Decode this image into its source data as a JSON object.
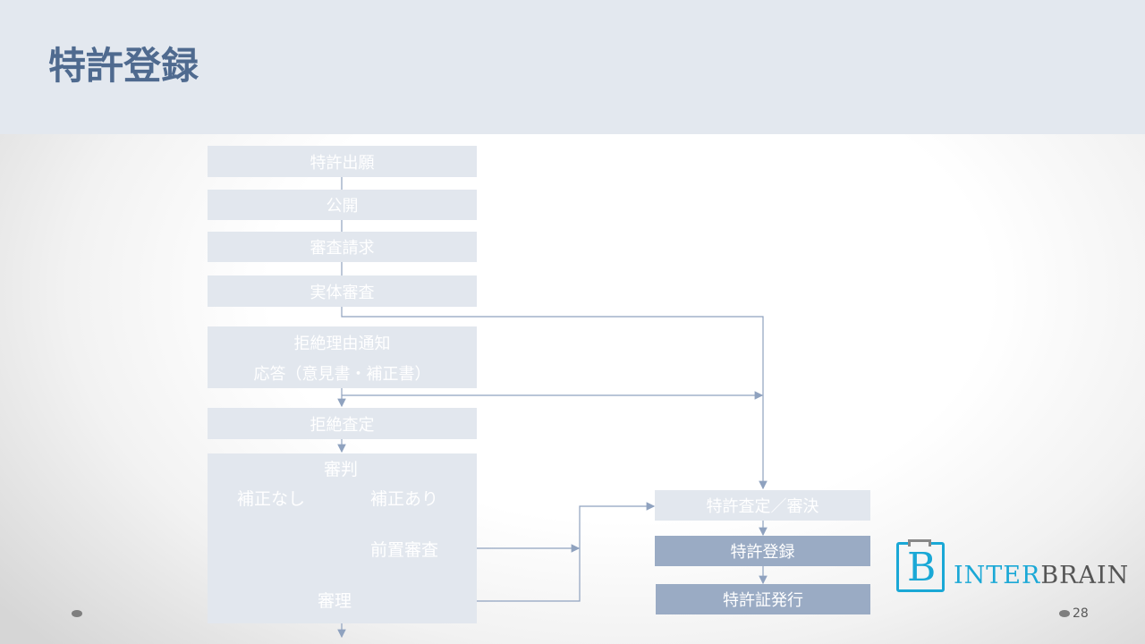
{
  "title": "特許登録",
  "flow": {
    "application": "特許出願",
    "publication": "公開",
    "exam_request": "審査請求",
    "substantive_exam": "実体審査",
    "rejection_notice": "拒絶理由通知",
    "response": "応答（意見書・補正書）",
    "rejection_decision": "拒絶査定",
    "appeal": "審判",
    "no_amendment": "補正なし",
    "with_amendment": "補正あり",
    "pre_exam": "前置審査",
    "trial": "審理",
    "grant_decision": "特許査定／審決",
    "registration": "特許登録",
    "certificate": "特許証発行"
  },
  "logo": {
    "part1": "INTER",
    "part2": "BRAIN"
  },
  "page_number": "28"
}
